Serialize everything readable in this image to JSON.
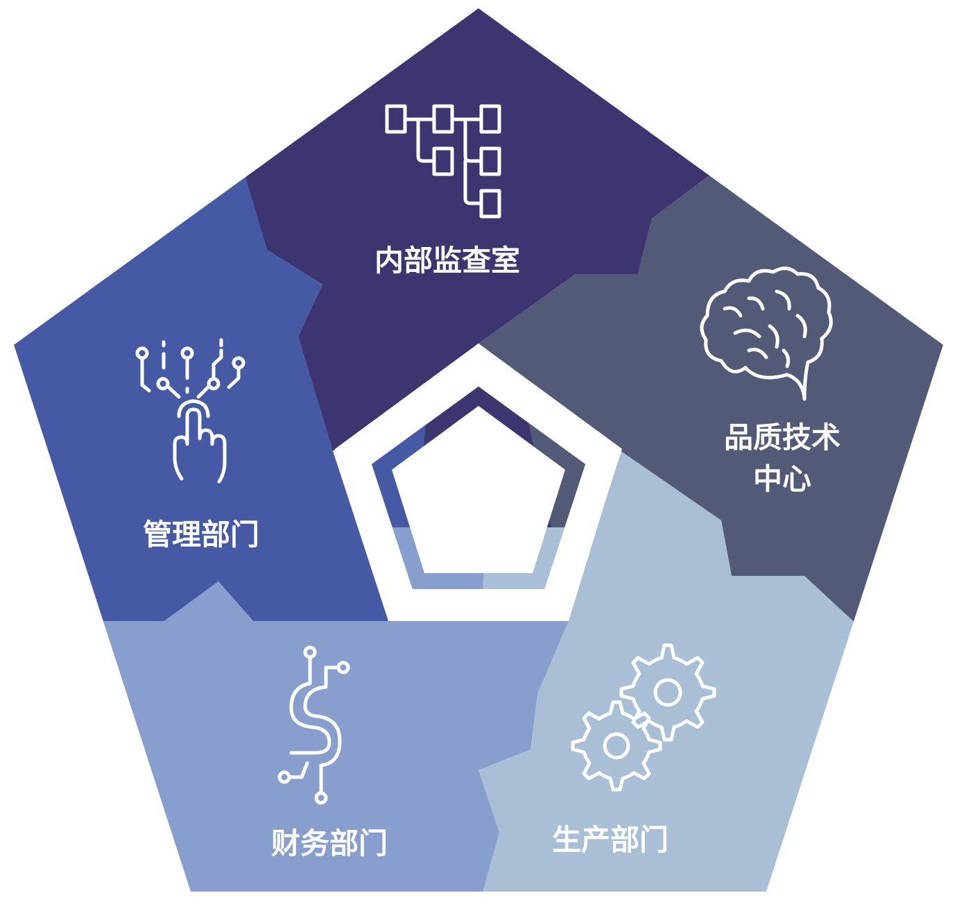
{
  "segments": [
    {
      "id": "internal-audit",
      "label": "内部监查室",
      "color": "#3d3570",
      "icon": "org-chart-icon"
    },
    {
      "id": "quality-tech",
      "label_lines": [
        "品质技术",
        "中心"
      ],
      "color": "#525a78",
      "icon": "brain-icon"
    },
    {
      "id": "production",
      "label": "生产部门",
      "color": "#a8bfd5",
      "icon": "gears-icon"
    },
    {
      "id": "finance",
      "label": "财务部门",
      "color": "#889ecd",
      "icon": "circuit-dollar-icon"
    },
    {
      "id": "management",
      "label": "管理部门",
      "color": "#4659a5",
      "icon": "touch-circuit-icon"
    }
  ]
}
